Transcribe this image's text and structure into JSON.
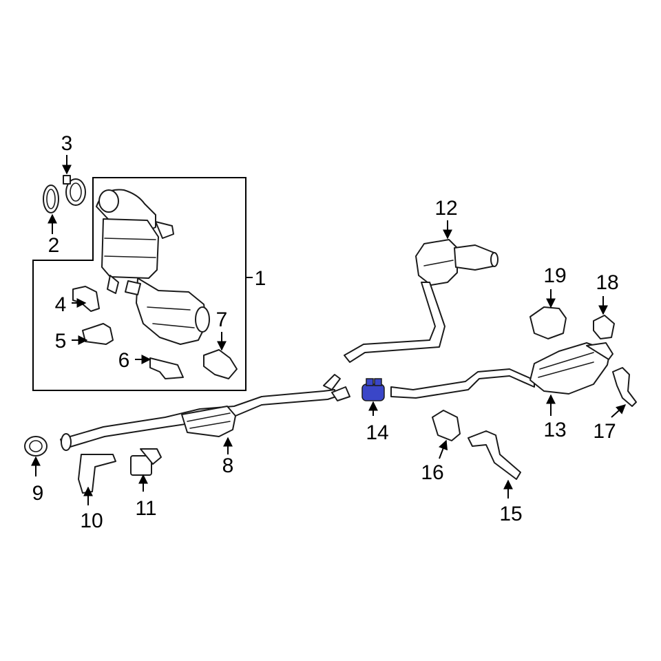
{
  "diagram": {
    "highlight_color": "#3a46c8",
    "highlighted_part": "14",
    "callouts": [
      {
        "id": "c1",
        "label": "1"
      },
      {
        "id": "c2",
        "label": "2"
      },
      {
        "id": "c3",
        "label": "3"
      },
      {
        "id": "c4",
        "label": "4"
      },
      {
        "id": "c5",
        "label": "5"
      },
      {
        "id": "c6",
        "label": "6"
      },
      {
        "id": "c7",
        "label": "7"
      },
      {
        "id": "c8",
        "label": "8"
      },
      {
        "id": "c9",
        "label": "9"
      },
      {
        "id": "c10",
        "label": "10"
      },
      {
        "id": "c11",
        "label": "11"
      },
      {
        "id": "c12",
        "label": "12"
      },
      {
        "id": "c13",
        "label": "13"
      },
      {
        "id": "c14",
        "label": "14"
      },
      {
        "id": "c15",
        "label": "15"
      },
      {
        "id": "c16",
        "label": "16"
      },
      {
        "id": "c17",
        "label": "17"
      },
      {
        "id": "c18",
        "label": "18"
      },
      {
        "id": "c19",
        "label": "19"
      }
    ]
  }
}
